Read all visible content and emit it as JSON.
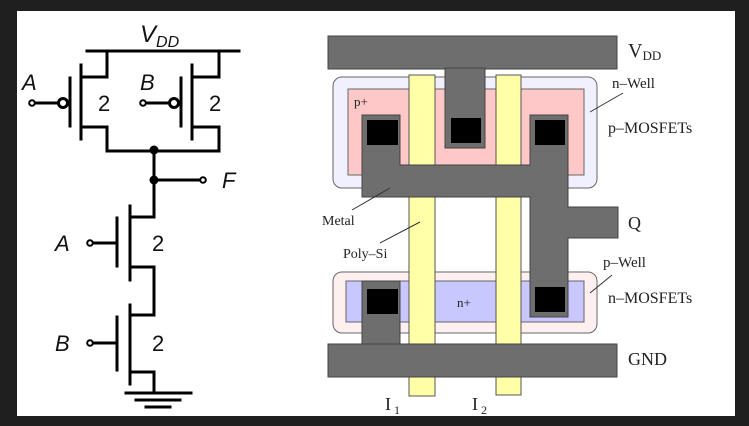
{
  "schematic": {
    "supply_label": "V",
    "supply_sub": "DD",
    "pmos": [
      {
        "input": "A",
        "size": "2"
      },
      {
        "input": "B",
        "size": "2"
      }
    ],
    "nmos": [
      {
        "input": "A",
        "size": "2"
      },
      {
        "input": "B",
        "size": "2"
      }
    ],
    "output_label": "F"
  },
  "layout": {
    "vdd_label": "V",
    "vdd_sub": "DD",
    "nwell_label": "n–Well",
    "pmos_label": "p–MOSFETs",
    "pplus_label": "p+",
    "metal_label": "Metal",
    "poly_label": "Poly–Si",
    "q_label": "Q",
    "pwell_label": "p–Well",
    "nmos_label": "n–MOSFETs",
    "nplus_label": "n+",
    "gnd_label": "GND",
    "input1_label": "I",
    "input1_sub": "1",
    "input2_label": "I",
    "input2_sub": "2"
  },
  "colors": {
    "metal": "#6e6e6e",
    "poly": "#ffffa8",
    "pplus": "#ffc8c8",
    "nplus": "#c8c8ff",
    "nwell": "#f0f0ff",
    "pwell": "#fff0f0"
  }
}
